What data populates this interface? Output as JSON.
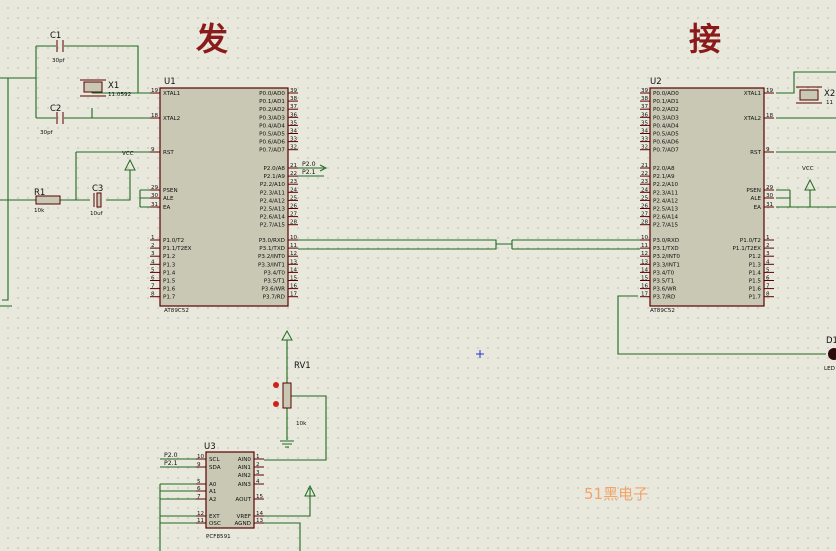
{
  "title_left": "发",
  "title_right": "接",
  "watermark": "51黑电子",
  "u1": {
    "ref": "U1",
    "part": "AT89C52",
    "left_pins": [
      {
        "n": "19",
        "t": "XTAL1"
      },
      {
        "n": "18",
        "t": "XTAL2"
      },
      {
        "n": "9",
        "t": "RST"
      },
      {
        "n": "29",
        "t": "PSEN"
      },
      {
        "n": "30",
        "t": "ALE"
      },
      {
        "n": "31",
        "t": "EA"
      },
      {
        "n": "1",
        "t": "P1.0/T2"
      },
      {
        "n": "2",
        "t": "P1.1/T2EX"
      },
      {
        "n": "3",
        "t": "P1.2"
      },
      {
        "n": "4",
        "t": "P1.3"
      },
      {
        "n": "5",
        "t": "P1.4"
      },
      {
        "n": "6",
        "t": "P1.5"
      },
      {
        "n": "7",
        "t": "P1.6"
      },
      {
        "n": "8",
        "t": "P1.7"
      }
    ],
    "right_pins": [
      {
        "n": "39",
        "t": "P0.0/AD0"
      },
      {
        "n": "38",
        "t": "P0.1/AD1"
      },
      {
        "n": "37",
        "t": "P0.2/AD2"
      },
      {
        "n": "36",
        "t": "P0.3/AD3"
      },
      {
        "n": "35",
        "t": "P0.4/AD4"
      },
      {
        "n": "34",
        "t": "P0.5/AD5"
      },
      {
        "n": "33",
        "t": "P0.6/AD6"
      },
      {
        "n": "32",
        "t": "P0.7/AD7"
      },
      {
        "n": "21",
        "t": "P2.0/A8"
      },
      {
        "n": "22",
        "t": "P2.1/A9"
      },
      {
        "n": "23",
        "t": "P2.2/A10"
      },
      {
        "n": "24",
        "t": "P2.3/A11"
      },
      {
        "n": "25",
        "t": "P2.4/A12"
      },
      {
        "n": "26",
        "t": "P2.5/A13"
      },
      {
        "n": "27",
        "t": "P2.6/A14"
      },
      {
        "n": "28",
        "t": "P2.7/A15"
      },
      {
        "n": "10",
        "t": "P3.0/RXD"
      },
      {
        "n": "11",
        "t": "P3.1/TXD"
      },
      {
        "n": "12",
        "t": "P3.2/INT0"
      },
      {
        "n": "13",
        "t": "P3.3/INT1"
      },
      {
        "n": "14",
        "t": "P3.4/T0"
      },
      {
        "n": "15",
        "t": "P3.5/T1"
      },
      {
        "n": "16",
        "t": "P3.6/WR"
      },
      {
        "n": "17",
        "t": "P3.7/RD"
      }
    ],
    "net_p20": "P2.0",
    "net_p21": "P2.1"
  },
  "u2": {
    "ref": "U2",
    "part": "AT89C52",
    "left_pins": [
      {
        "n": "39",
        "t": "P0.0/AD0"
      },
      {
        "n": "38",
        "t": "P0.1/AD1"
      },
      {
        "n": "37",
        "t": "P0.2/AD2"
      },
      {
        "n": "36",
        "t": "P0.3/AD3"
      },
      {
        "n": "35",
        "t": "P0.4/AD4"
      },
      {
        "n": "34",
        "t": "P0.5/AD5"
      },
      {
        "n": "33",
        "t": "P0.6/AD6"
      },
      {
        "n": "32",
        "t": "P0.7/AD7"
      },
      {
        "n": "21",
        "t": "P2.0/A8"
      },
      {
        "n": "22",
        "t": "P2.1/A9"
      },
      {
        "n": "23",
        "t": "P2.2/A10"
      },
      {
        "n": "24",
        "t": "P2.3/A11"
      },
      {
        "n": "25",
        "t": "P2.4/A12"
      },
      {
        "n": "26",
        "t": "P2.5/A13"
      },
      {
        "n": "27",
        "t": "P2.6/A14"
      },
      {
        "n": "28",
        "t": "P2.7/A15"
      },
      {
        "n": "10",
        "t": "P3.0/RXD"
      },
      {
        "n": "11",
        "t": "P3.1/TXD"
      },
      {
        "n": "12",
        "t": "P3.2/INT0"
      },
      {
        "n": "13",
        "t": "P3.3/INT1"
      },
      {
        "n": "14",
        "t": "P3.4/T0"
      },
      {
        "n": "15",
        "t": "P3.5/T1"
      },
      {
        "n": "16",
        "t": "P3.6/WR"
      },
      {
        "n": "17",
        "t": "P3.7/RD"
      }
    ],
    "right_pins": [
      {
        "n": "19",
        "t": "XTAL1"
      },
      {
        "n": "18",
        "t": "XTAL2"
      },
      {
        "n": "9",
        "t": "RST"
      },
      {
        "n": "29",
        "t": "PSEN"
      },
      {
        "n": "30",
        "t": "ALE"
      },
      {
        "n": "31",
        "t": "EA"
      },
      {
        "n": "1",
        "t": "P1.0/T2"
      },
      {
        "n": "2",
        "t": "P1.1/T2EX"
      },
      {
        "n": "3",
        "t": "P1.2"
      },
      {
        "n": "4",
        "t": "P1.3"
      },
      {
        "n": "5",
        "t": "P1.4"
      },
      {
        "n": "6",
        "t": "P1.5"
      },
      {
        "n": "7",
        "t": "P1.6"
      },
      {
        "n": "8",
        "t": "P1.7"
      }
    ]
  },
  "u3": {
    "ref": "U3",
    "part": "PCF8591",
    "left_pins": [
      {
        "n": "10",
        "t": "SCL"
      },
      {
        "n": "9",
        "t": "SDA"
      },
      {
        "n": "5",
        "t": "A0"
      },
      {
        "n": "6",
        "t": "A1"
      },
      {
        "n": "7",
        "t": "A2"
      },
      {
        "n": "12",
        "t": "EXT"
      },
      {
        "n": "11",
        "t": "OSC"
      }
    ],
    "right_pins": [
      {
        "n": "1",
        "t": "AIN0"
      },
      {
        "n": "2",
        "t": "AIN1"
      },
      {
        "n": "3",
        "t": "AIN2"
      },
      {
        "n": "4",
        "t": "AIN3"
      },
      {
        "n": "15",
        "t": "AOUT"
      },
      {
        "n": "14",
        "t": "VREF"
      },
      {
        "n": "13",
        "t": "AGND"
      }
    ],
    "net_scl": "P2.0",
    "net_sda": "P2.1"
  },
  "c1": {
    "ref": "C1",
    "value": "30pf"
  },
  "c2": {
    "ref": "C2",
    "value": "30pf"
  },
  "c3": {
    "ref": "C3",
    "value": "10uf"
  },
  "x1": {
    "ref": "X1",
    "value": "11.0592"
  },
  "x2": {
    "ref": "X2",
    "value": "11"
  },
  "r1": {
    "ref": "R1",
    "value": "10k"
  },
  "rv1": {
    "ref": "RV1",
    "value": "10k"
  },
  "vcc_label": "VCC",
  "d1": {
    "ref": "D1",
    "value": "LED"
  }
}
